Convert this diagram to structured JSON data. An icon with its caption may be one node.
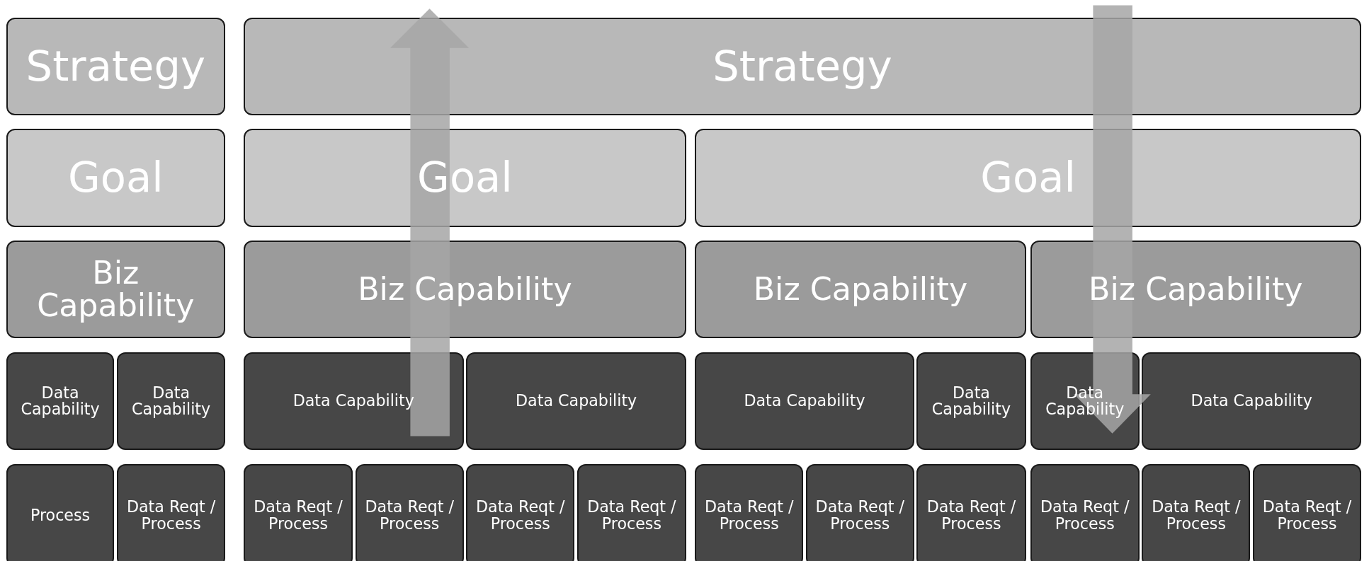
{
  "diagram": {
    "nodes": [
      {
        "text": [
          "Strategy"
        ]
      },
      {
        "text": [
          "Strategy"
        ]
      },
      {
        "text": [
          "Goal"
        ]
      },
      {
        "text": [
          "Goal"
        ]
      },
      {
        "text": [
          "Goal"
        ]
      },
      {
        "text": [
          "Biz Capability"
        ]
      },
      {
        "text": [
          "Biz Capability"
        ]
      },
      {
        "text": [
          "Biz Capability"
        ]
      },
      {
        "text": [
          "Biz Capability"
        ]
      },
      {
        "text": [
          "Data Capability"
        ]
      },
      {
        "text": [
          "Data Capability"
        ]
      },
      {
        "text": [
          "Data Capability"
        ]
      },
      {
        "text": [
          "Data Capability"
        ]
      },
      {
        "text": [
          "Data Capability"
        ]
      },
      {
        "text": [
          "Data Capability"
        ]
      },
      {
        "text": [
          "Data Capability"
        ]
      },
      {
        "text": [
          "Data Capability"
        ]
      },
      {
        "text": [
          "Process"
        ]
      },
      {
        "text": [
          "Data Reqt / Process"
        ]
      },
      {
        "text": [
          "Data Reqt / Process"
        ]
      },
      {
        "text": [
          "Data Reqt / Process"
        ]
      },
      {
        "text": [
          "Data Reqt / Process"
        ]
      },
      {
        "text": [
          "Data Reqt / Process"
        ]
      },
      {
        "text": [
          "Data Reqt / Process"
        ]
      },
      {
        "text": [
          "Data Reqt / Process"
        ]
      },
      {
        "text": [
          "Data Reqt / Process"
        ]
      },
      {
        "text": [
          "Data Reqt / Process"
        ]
      },
      {
        "text": [
          "Data Reqt / Process"
        ]
      },
      {
        "text": [
          "Data Reqt / Process"
        ]
      }
    ]
  }
}
